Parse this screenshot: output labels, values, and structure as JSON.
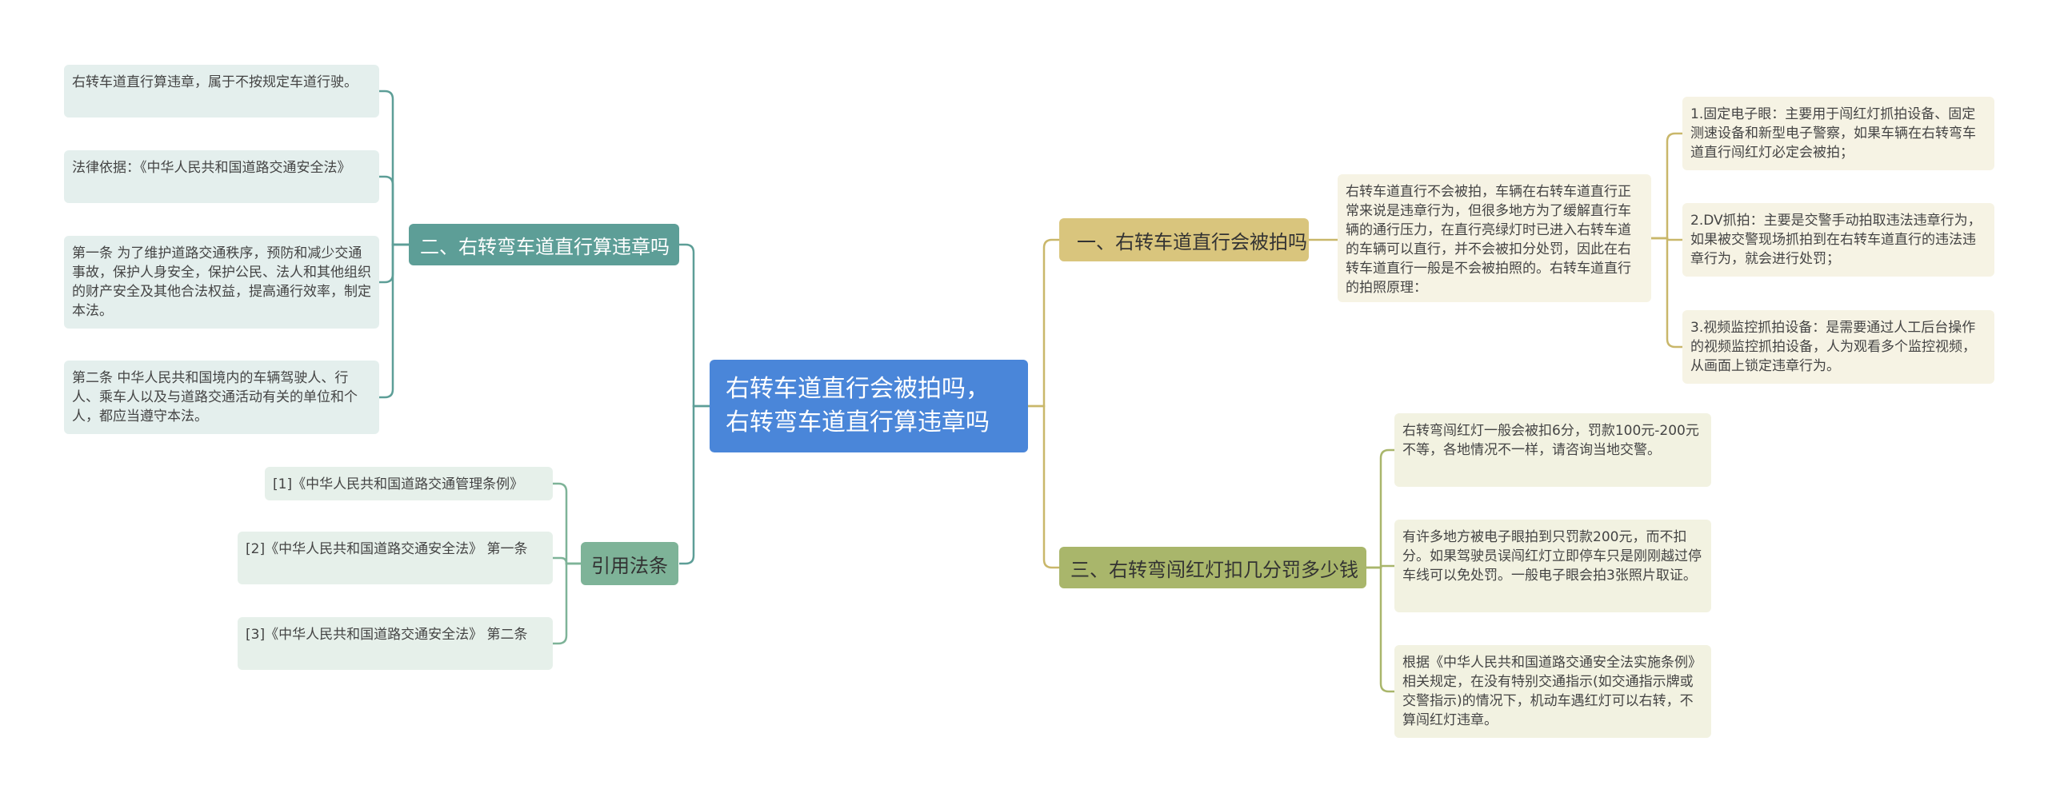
{
  "root": {
    "text": "右转车道直行会被拍吗，右转弯车道直行算违章吗"
  },
  "branch1": {
    "label": "一、右转车道直行会被拍吗",
    "summary": "右转车道直行不会被拍，车辆在右转车道直行正常来说是违章行为，但很多地方为了缓解直行车辆的通行压力，在直行亮绿灯时已进入右转车道的车辆可以直行，并不会被扣分处罚，因此在右转车道直行一般是不会被拍照的。右转车道直行的拍照原理：",
    "items": [
      "1.固定电子眼：主要用于闯红灯抓拍设备、固定测速设备和新型电子警察，如果车辆在右转弯车道直行闯红灯必定会被拍；",
      "2.DV抓拍：主要是交警手动拍取违法违章行为，如果被交警现场抓拍到在右转车道直行的违法违章行为，就会进行处罚；",
      "3.视频监控抓拍设备：是需要通过人工后台操作的视频监控抓拍设备，人为观看多个监控视频，从画面上锁定违章行为。"
    ]
  },
  "branch2": {
    "label": "二、右转弯车道直行算违章吗",
    "items": [
      "右转车道直行算违章，属于不按规定车道行驶。",
      "法律依据：《中华人民共和国道路交通安全法》",
      "第一条 为了维护道路交通秩序，预防和减少交通事故，保护人身安全，保护公民、法人和其他组织的财产安全及其他合法权益，提高通行效率，制定本法。",
      "第二条 中华人民共和国境内的车辆驾驶人、行人、乘车人以及与道路交通活动有关的单位和个人，都应当遵守本法。"
    ]
  },
  "branch3": {
    "label": "三、右转弯闯红灯扣几分罚多少钱",
    "items": [
      "右转弯闯红灯一般会被扣6分，罚款100元-200元不等，各地情况不一样，请咨询当地交警。",
      "有许多地方被电子眼拍到只罚款200元，而不扣分。如果驾驶员误闯红灯立即停车只是刚刚越过停车线可以免处罚。一般电子眼会拍3张照片取证。",
      "根据《中华人民共和国道路交通安全法实施条例》相关规定，在没有特别交通指示(如交通指示牌或交警指示)的情况下，机动车遇红灯可以右转，不算闯红灯违章。"
    ]
  },
  "branch4": {
    "label": "引用法条",
    "items": [
      "[1]《中华人民共和国道路交通管理条例》",
      "[2]《中华人民共和国道路交通安全法》 第一条",
      "[3]《中华人民共和国道路交通安全法》 第二条"
    ]
  },
  "colors": {
    "line_gold": "#c9b76a",
    "line_teal": "#5d9e97",
    "line_olive": "#a9b66b",
    "line_mint": "#7eb398"
  }
}
